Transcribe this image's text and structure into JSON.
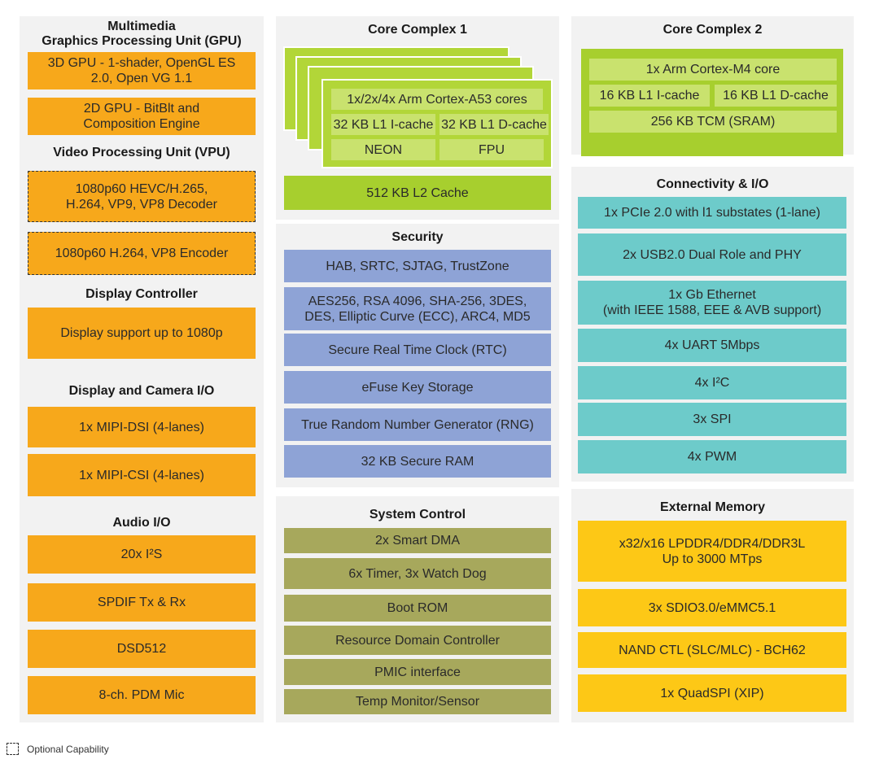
{
  "gpu": {
    "title": "Multimedia\nGraphics Processing Unit (GPU)",
    "blocks": [
      "3D GPU - 1-shader, OpenGL ES\n2.0, Open VG 1.1",
      "2D GPU - BitBlt and\nComposition Engine"
    ]
  },
  "vpu": {
    "title": "Video Processing Unit (VPU)",
    "blocks": [
      "1080p60 HEVC/H.265,\nH.264, VP9, VP8 Decoder",
      "1080p60 H.264, VP8 Encoder"
    ]
  },
  "display": {
    "title": "Display Controller",
    "blocks": [
      "Display support up to 1080p"
    ]
  },
  "camera_io": {
    "title": "Display and Camera I/O",
    "blocks": [
      "1x MIPI-DSI (4-lanes)",
      "1x MIPI-CSI (4-lanes)"
    ]
  },
  "audio": {
    "title": "Audio I/O",
    "blocks": [
      "20x I²S",
      "SPDIF Tx & Rx",
      "DSD512",
      "8-ch. PDM Mic"
    ]
  },
  "core1": {
    "title": "Core Complex 1",
    "cores": "1x/2x/4x Arm Cortex-A53 cores",
    "l1i": "32 KB L1 I-cache",
    "l1d": "32 KB L1 D-cache",
    "neon": "NEON",
    "fpu": "FPU",
    "l2": "512 KB L2 Cache"
  },
  "core2": {
    "title": "Core Complex 2",
    "core": "1x Arm Cortex-M4 core",
    "l1i": "16 KB L1  I-cache",
    "l1d": "16 KB L1 D-cache",
    "tcm": "256 KB TCM (SRAM)"
  },
  "security": {
    "title": "Security",
    "blocks": [
      "HAB, SRTC, SJTAG, TrustZone",
      "AES256, RSA 4096, SHA-256, 3DES,\nDES, Elliptic Curve (ECC), ARC4, MD5",
      "Secure Real Time Clock (RTC)",
      "eFuse Key Storage",
      "True Random Number Generator (RNG)",
      "32 KB Secure RAM"
    ]
  },
  "system": {
    "title": "System Control",
    "blocks": [
      "2x Smart DMA",
      "6x Timer, 3x Watch Dog",
      "Boot ROM",
      "Resource Domain Controller",
      "PMIC interface",
      "Temp Monitor/Sensor"
    ]
  },
  "connectivity": {
    "title": "Connectivity & I/O",
    "blocks": [
      "1x PCIe 2.0 with l1 substates (1-lane)",
      "2x USB2.0 Dual Role and PHY",
      "1x Gb Ethernet\n(with IEEE 1588, EEE & AVB support)",
      "4x UART 5Mbps",
      "4x I²C",
      "3x SPI",
      "4x PWM"
    ]
  },
  "memory": {
    "title": "External Memory",
    "blocks": [
      "x32/x16 LPDDR4/DDR4/DDR3L\nUp to 3000 MTps",
      "3x SDIO3.0/eMMC5.1",
      "NAND CTL (SLC/MLC) - BCH62",
      "1x QuadSPI (XIP)"
    ]
  },
  "legend": {
    "optional": "Optional Capability"
  },
  "colors": {
    "multimedia": "#f7a81b",
    "core": "#a7cf2e",
    "security": "#8ea3d6",
    "system": "#a7a85c",
    "connectivity": "#6dcbca",
    "memory": "#fdc816"
  }
}
